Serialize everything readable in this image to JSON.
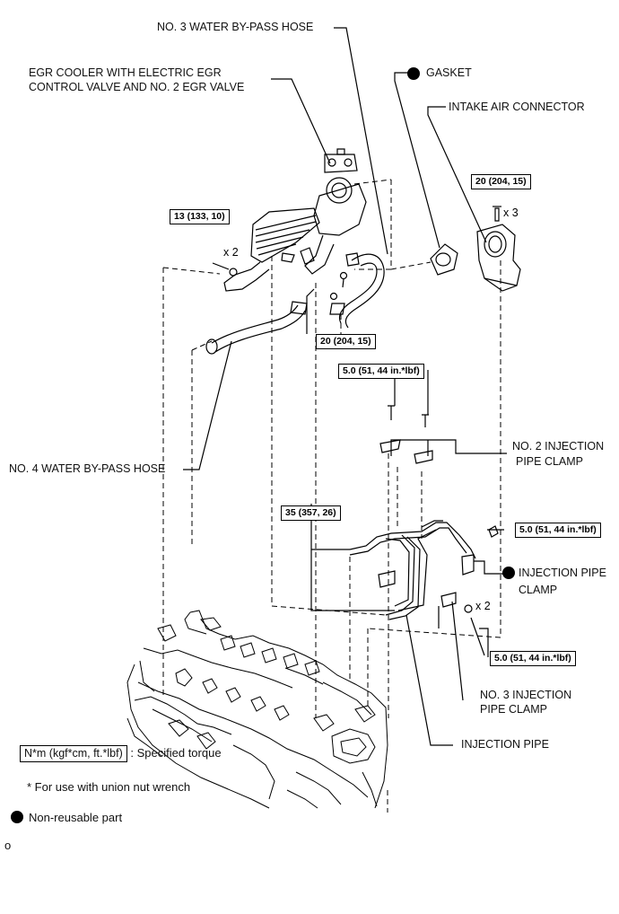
{
  "labels": {
    "water_bypass_3": "NO. 3 WATER BY-PASS HOSE",
    "egr_cooler_line1": "EGR COOLER WITH ELECTRIC EGR",
    "egr_cooler_line2": "CONTROL VALVE AND NO. 2 EGR VALVE",
    "gasket": "GASKET",
    "intake_air_connector": "INTAKE AIR CONNECTOR",
    "water_bypass_4": "NO. 4 WATER BY-PASS HOSE",
    "inj_clamp_2_line1": "NO. 2 INJECTION",
    "inj_clamp_2_line2": "PIPE CLAMP",
    "inj_pipe_clamp_line1": "INJECTION PIPE",
    "inj_pipe_clamp_line2": "CLAMP",
    "inj_clamp_3_line1": "NO. 3 INJECTION",
    "inj_clamp_3_line2": "PIPE CLAMP",
    "injection_pipe": "INJECTION PIPE"
  },
  "torques": {
    "t1": "13 (133, 10)",
    "t2": "20 (204, 15)",
    "t3": "20 (204, 15)",
    "t4": "5.0 (51, 44 in.*lbf)",
    "t5": "35 (357, 26)",
    "t6": "5.0 (51, 44 in.*lbf)",
    "t7": "5.0 (51, 44 in.*lbf)"
  },
  "multipliers": {
    "m1": "x 2",
    "m2": "x 3",
    "m3": "x 2"
  },
  "legend": {
    "torque_unit": "N*m (kgf*cm, ft.*lbf)",
    "torque_desc": ": Specified torque",
    "union_nut_note": "* For use with union nut wrench",
    "non_reusable": "Non-reusable part"
  },
  "footer_mark": "o",
  "colors": {
    "ink": "#000000",
    "background": "#ffffff"
  }
}
